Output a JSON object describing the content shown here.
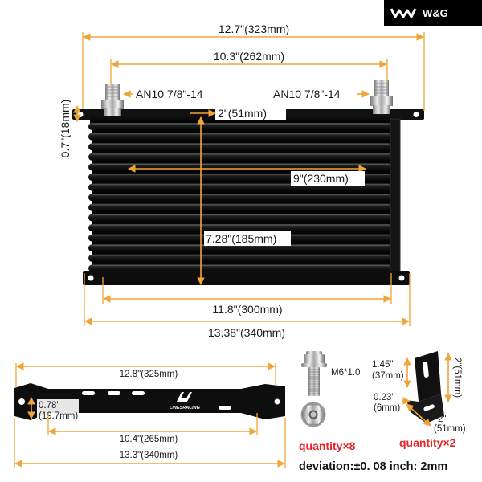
{
  "brand": {
    "logo_text": "W&G",
    "logo_icon": "wave-logo-icon"
  },
  "cooler": {
    "dim_overall_width": "12.7\"(323mm)",
    "dim_fitting_spacing": "10.3\"(262mm)",
    "fitting_left": "AN10 7/8\"-14",
    "fitting_right": "AN10 7/8\"-14",
    "dim_flange_thickness": "0.7\"(18mm)",
    "dim_depth": "2\"(51mm)",
    "dim_core_width": "9\"(230mm)",
    "dim_core_height": "7.28\"(185mm)",
    "dim_mount_spacing": "11.8\"(300mm)",
    "dim_bottom_width": "13.38\"(340mm)"
  },
  "bracket": {
    "dim_hole_spacing": "12.8\"(325mm)",
    "dim_width_in": "0.78\"",
    "dim_width_mm": "(19.7mm)",
    "dim_slot_spacing": "10.4\"(265mm)",
    "dim_length": "13.3\"(340mm)",
    "logo_text": "LINESRACING"
  },
  "bolt": {
    "spec": "M6*1.0",
    "quantity": "quantity×8"
  },
  "l_bracket": {
    "dim_a_in": "1.45\"",
    "dim_a_mm": "(37mm)",
    "dim_height": "2\"(51mm)",
    "dim_thickness_in": "0.23\"",
    "dim_thickness_mm": "(6mm)",
    "dim_b_in": "2\"",
    "dim_b_mm": "(51mm)",
    "quantity": "quantity×2"
  },
  "note": {
    "deviation": "deviation:±0. 08 inch: 2mm"
  },
  "colors": {
    "dimension": "#f0a53a",
    "quantity": "#e3262b",
    "part": "#111111",
    "logo_background": "#000000"
  }
}
